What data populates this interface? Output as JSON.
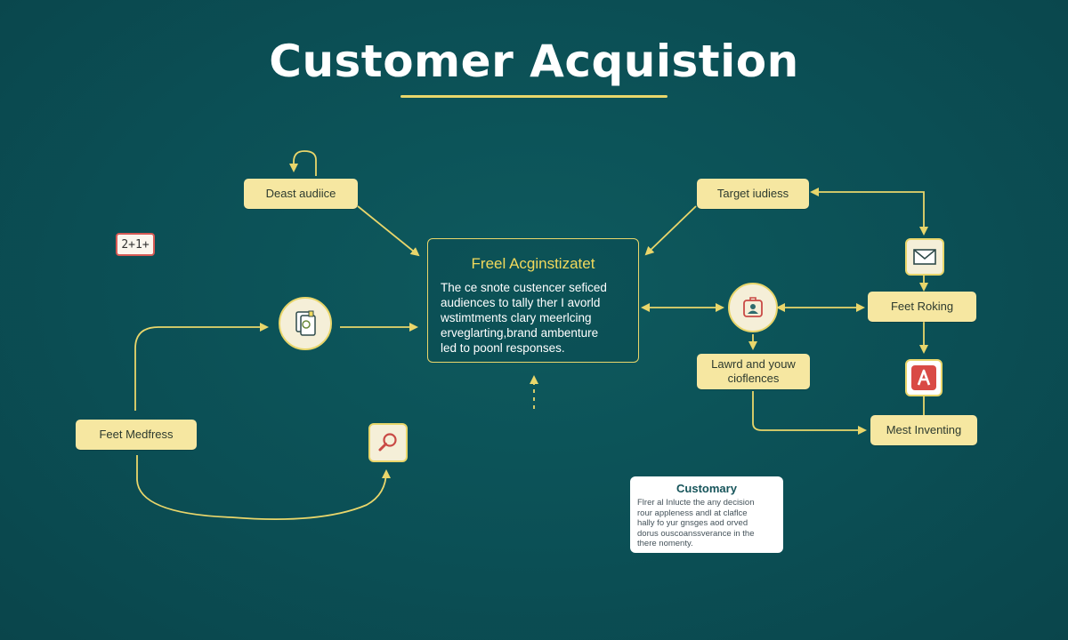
{
  "title": "Customer Acquistion",
  "colors": {
    "background": "#0b4f55",
    "accent": "#e9d66b",
    "node_fill": "#f6e7a1",
    "alert_red": "#d94a45"
  },
  "badge": {
    "text": "2+1+"
  },
  "center": {
    "title": "Freel Acginstizatet",
    "body": "The ce snote custencer seficed\naudiences to tally ther I avorld\nwstimtments clary meerlcing\nerveglarting,brand ambenture\nled to poonl responses."
  },
  "nodes": {
    "deast_audience": "Deast audiice",
    "target_audiess": "Target iudiess",
    "feet_medfress": "Feet Medfress",
    "feet_roking": "Feet Roking",
    "lawd_audiences": "Lawrd and youw\ncioflences",
    "mest_inventing": "Mest Inventing"
  },
  "icons": {
    "document": "document-icon",
    "search": "magnifier-icon",
    "person": "person-badge-icon",
    "mail": "mail-icon",
    "alert": "letter-a-icon"
  },
  "summary": {
    "title": "Customary",
    "body": "Flrer al Inlucte the any decision\nrour appleness andl at claflce\nhally fo yur gnsges aod orved\ndorus ouscoanssverance in the\nthere nomenty."
  }
}
